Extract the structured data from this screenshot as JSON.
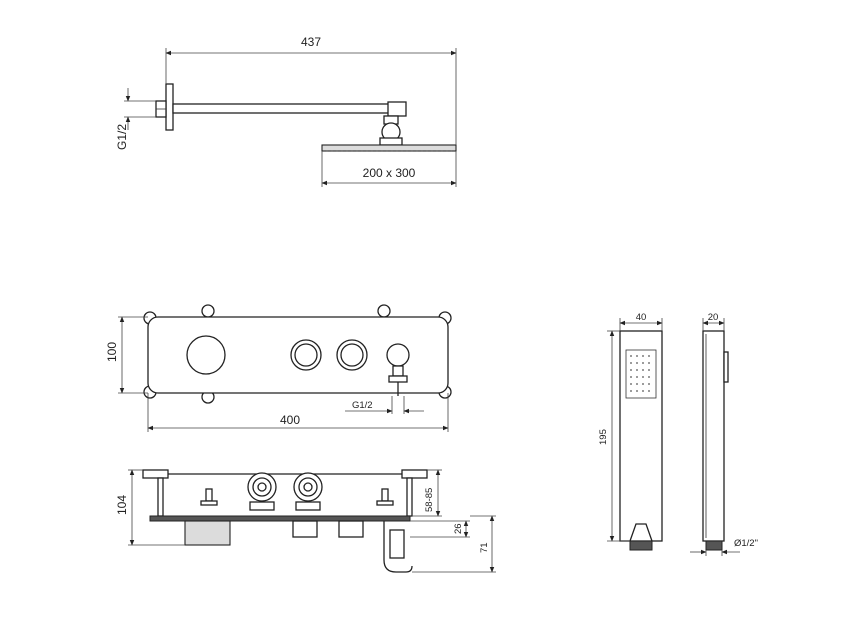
{
  "labels": {
    "arm_length": "437",
    "arm_thread": "G1/2",
    "head_size": "200 x 300",
    "panel_height": "100",
    "panel_width": "400",
    "panel_thread": "G1/2",
    "box_depth": "104",
    "box_adjust": "58-85",
    "box_offset_26": "26",
    "box_offset_71": "71",
    "hand_width": "40",
    "hand_length": "195",
    "hand_depth": "20",
    "hand_thread": "Ø1/2\""
  }
}
